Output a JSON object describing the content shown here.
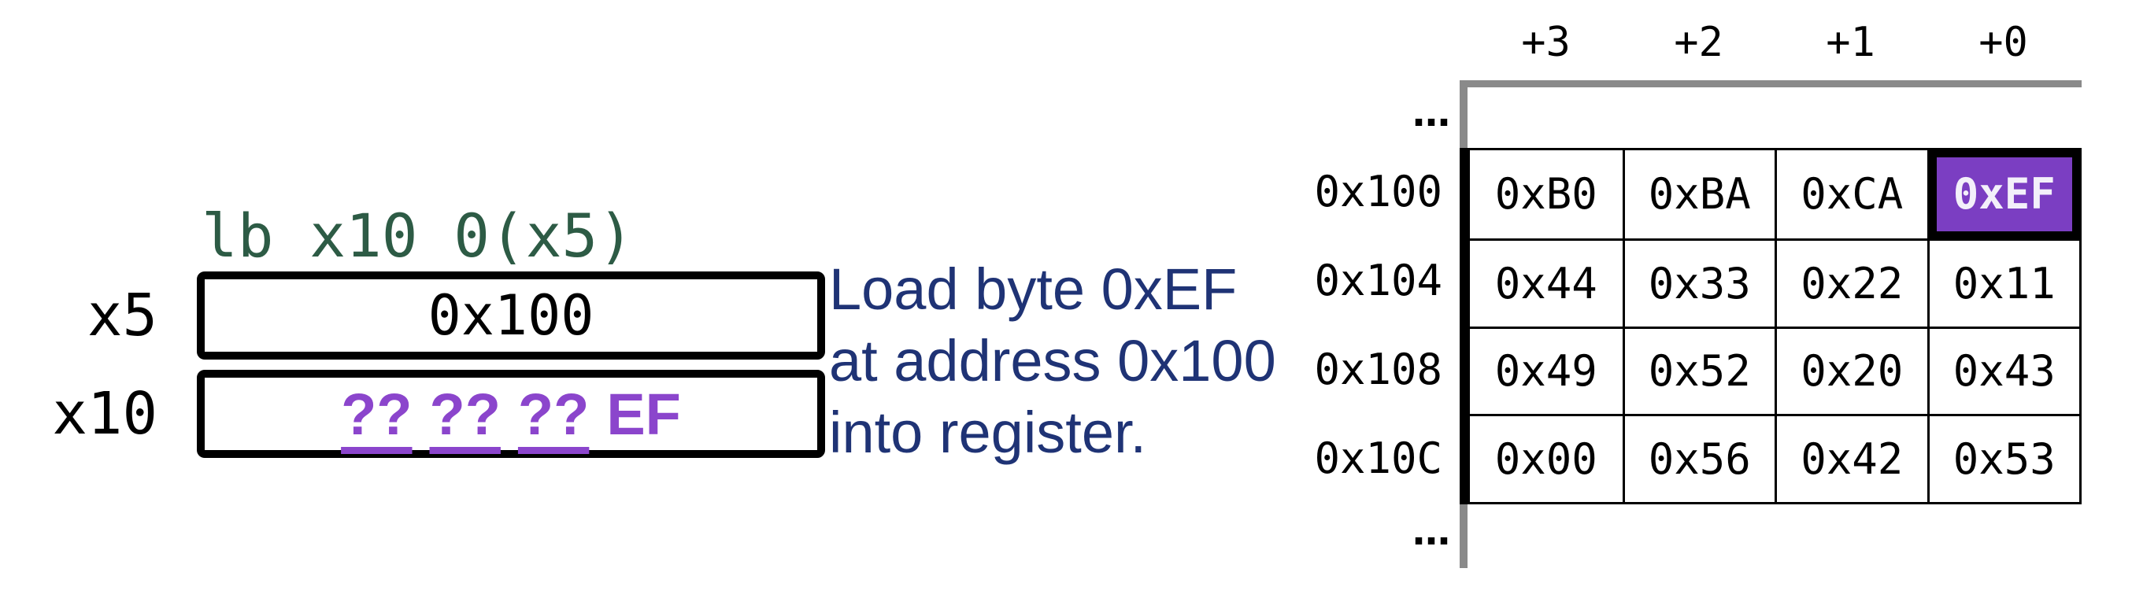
{
  "instruction": {
    "text": "lb x10 0(x5)"
  },
  "registers": {
    "x5": {
      "label": "x5",
      "value": "0x100"
    },
    "x10": {
      "label": "x10",
      "groups": [
        {
          "text": "??",
          "underlined": true
        },
        {
          "text": "??",
          "underlined": true
        },
        {
          "text": "??",
          "underlined": true
        },
        {
          "text": "EF",
          "underlined": false
        }
      ]
    }
  },
  "description": {
    "line1": "Load byte 0xEF",
    "line2": "at address 0x100",
    "line3": "into register."
  },
  "memory": {
    "column_headers": [
      "+3",
      "+2",
      "+1",
      "+0"
    ],
    "ellipsis_top": "…",
    "ellipsis_bottom": "…",
    "rows": [
      {
        "address": "0x100",
        "cells": [
          "0xB0",
          "0xBA",
          "0xCA",
          "0xEF"
        ]
      },
      {
        "address": "0x104",
        "cells": [
          "0x44",
          "0x33",
          "0x22",
          "0x11"
        ]
      },
      {
        "address": "0x108",
        "cells": [
          "0x49",
          "0x52",
          "0x20",
          "0x43"
        ]
      },
      {
        "address": "0x10C",
        "cells": [
          "0x00",
          "0x56",
          "0x42",
          "0x53"
        ]
      }
    ],
    "highlighted_cell": {
      "row": 0,
      "col": 3,
      "value": "0xEF"
    }
  },
  "colors": {
    "instruction_green": "#2D5B45",
    "unknown_purple": "#8B45CC",
    "highlight_purple": "#7B3EC2",
    "highlight_text": "#F3F0FA",
    "description_navy": "#1F3375",
    "axis_gray": "#8A8A8A",
    "border_black": "#000000",
    "background": "#FFFFFF"
  }
}
